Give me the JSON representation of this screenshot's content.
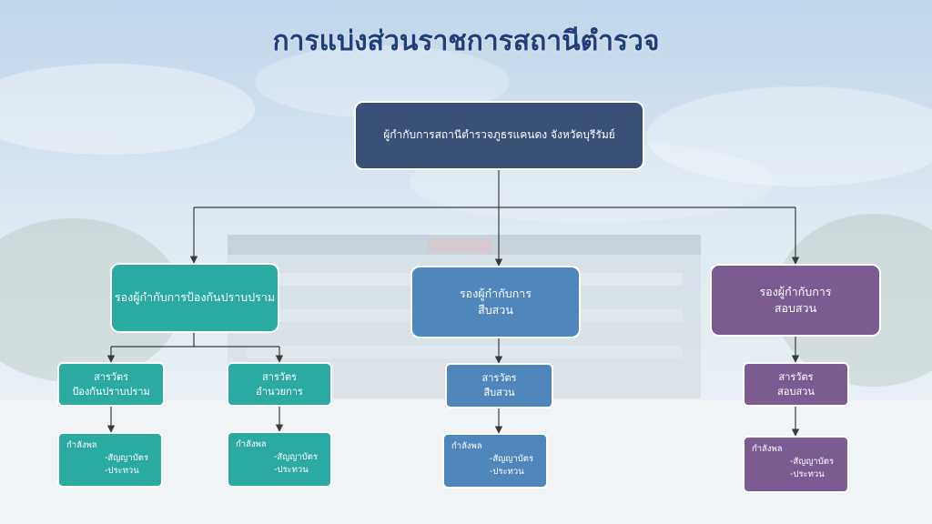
{
  "title": "การแบ่งส่วนราชการสถานีตำรวจ",
  "colors": {
    "title": "#1f3f7a",
    "commander_box": "#3a5078",
    "prevention": "#2aaaa0",
    "investigation": "#4f87bd",
    "inquiry": "#7a5c92",
    "connector": "#3a3a3a"
  },
  "commander": "ผู้กำกับการสถานีตำรวจภูธรแคนดง จังหวัดบุรีรัมย์",
  "deputies": {
    "prevention": "รองผู้กำกับการป้องกันปราบปราม",
    "investigation": {
      "line1": "รองผู้กำกับการ",
      "line2": "สืบสวน"
    },
    "inquiry": {
      "line1": "รองผู้กำกับการ",
      "line2": "สอบสวน"
    }
  },
  "inspectors": {
    "prevention": {
      "line1": "สารวัตร",
      "line2": "ป้องกันปราบปราม"
    },
    "administration": {
      "line1": "สารวัตร",
      "line2": "อำนวยการ"
    },
    "investigation": {
      "line1": "สารวัตร",
      "line2": "สืบสวน"
    },
    "inquiry": {
      "line1": "สารวัตร",
      "line2": "สอบสวน"
    }
  },
  "manpower": {
    "label": "กำลังพล",
    "items": [
      "-สัญญาบัตร",
      "-ประทวน"
    ]
  }
}
